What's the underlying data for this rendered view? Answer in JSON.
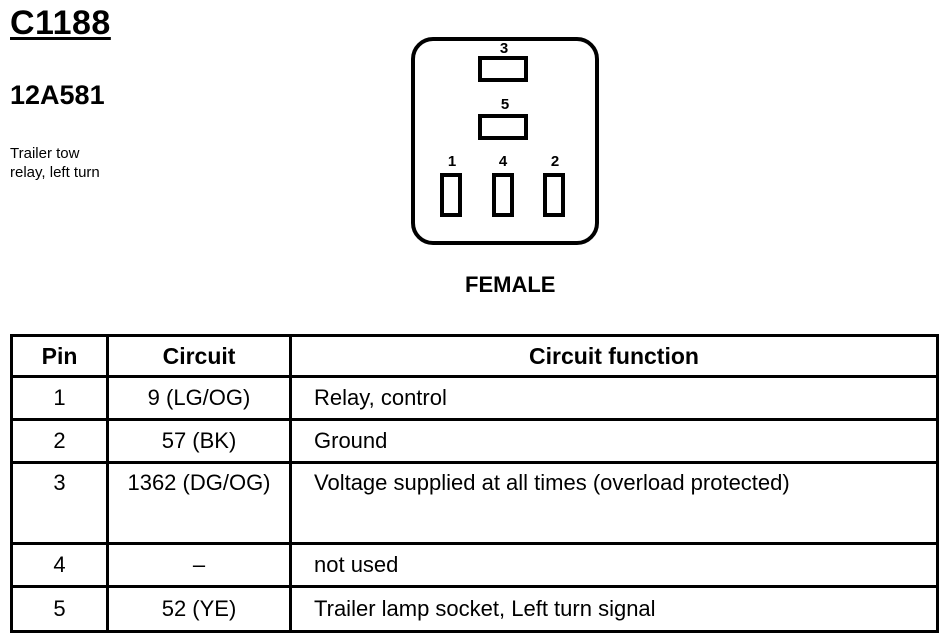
{
  "connector": {
    "id": "C1188",
    "part_number": "12A581",
    "description_line1": "Trailer tow",
    "description_line2": "relay, left turn",
    "gender": "FEMALE",
    "pin_labels": {
      "p1": "1",
      "p2": "2",
      "p3": "3",
      "p4": "4",
      "p5": "5"
    }
  },
  "table": {
    "headers": {
      "pin": "Pin",
      "circuit": "Circuit",
      "function": "Circuit function"
    },
    "rows": [
      {
        "pin": "1",
        "circuit": "9 (LG/OG)",
        "function": "Relay, control"
      },
      {
        "pin": "2",
        "circuit": "57 (BK)",
        "function": "Ground"
      },
      {
        "pin": "3",
        "circuit": "1362 (DG/OG)",
        "function": "Voltage supplied at all times (overload protected)"
      },
      {
        "pin": "4",
        "circuit": "–",
        "function": "not used"
      },
      {
        "pin": "5",
        "circuit": "52 (YE)",
        "function": "Trailer lamp socket, Left turn signal"
      }
    ]
  }
}
